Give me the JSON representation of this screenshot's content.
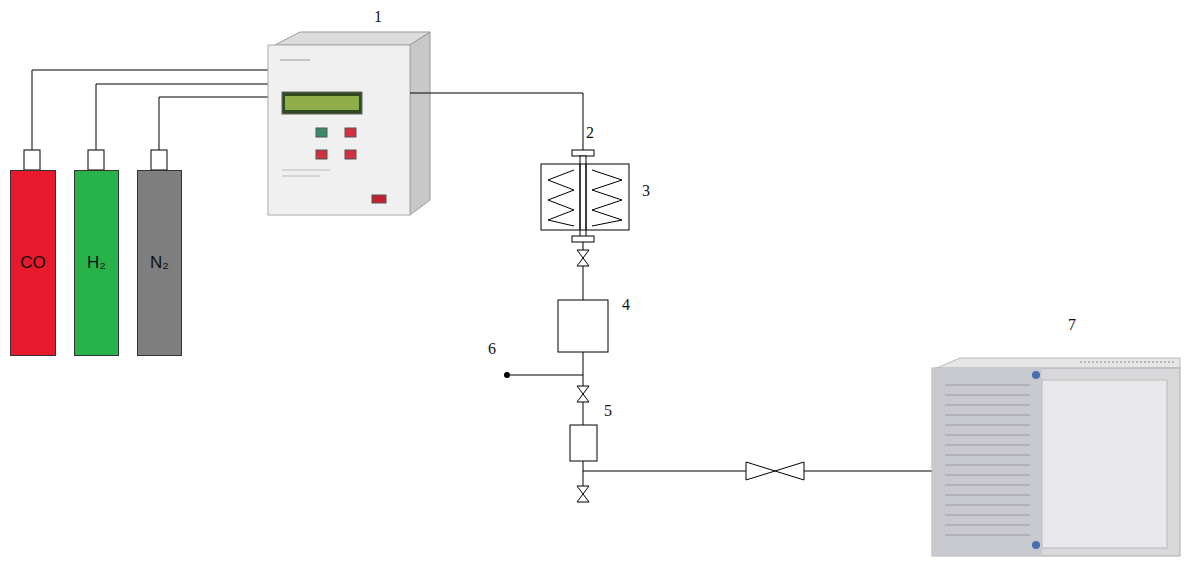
{
  "diagram": {
    "nodes": [
      {
        "text": [
          "CO"
        ]
      },
      {
        "text": [
          "H₂"
        ]
      },
      {
        "text": [
          "N₂"
        ]
      }
    ],
    "labels": [
      "1",
      "2",
      "3",
      "4",
      "5",
      "6",
      "7"
    ]
  }
}
